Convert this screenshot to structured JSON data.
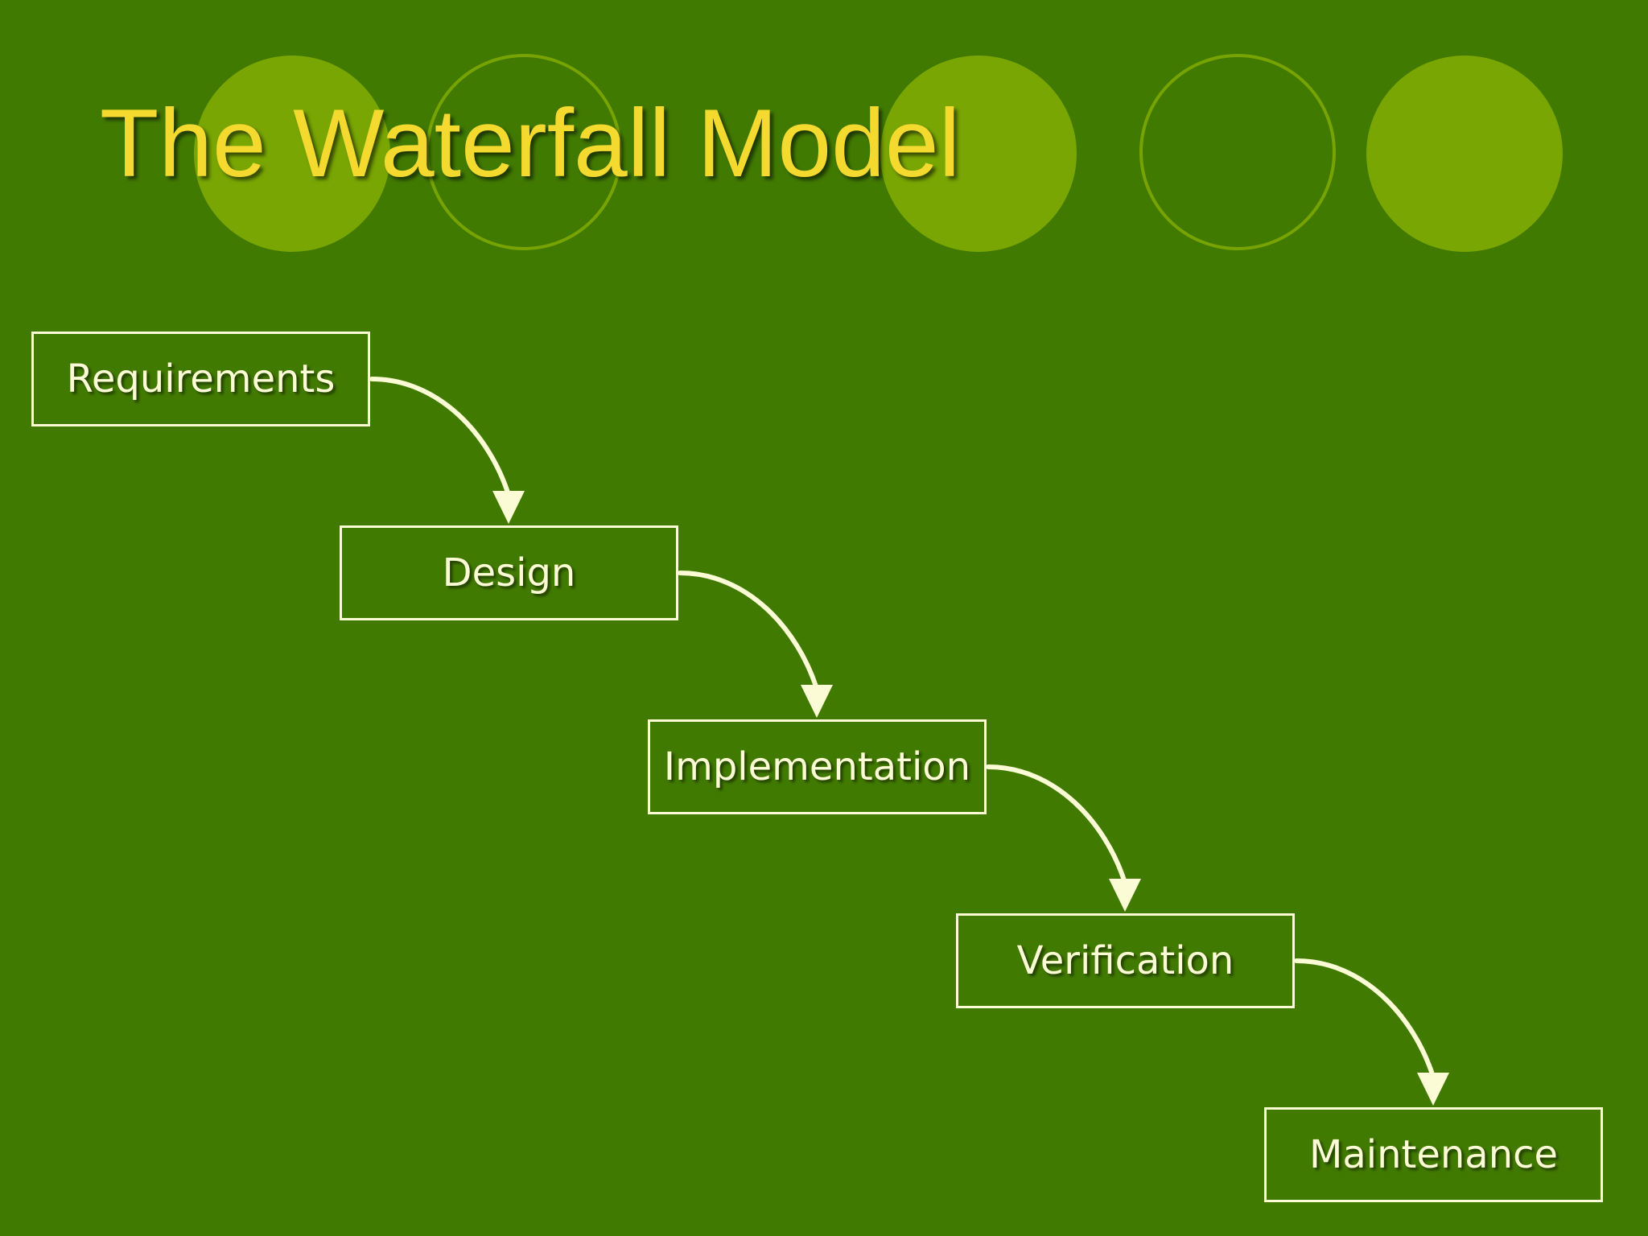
{
  "slide": {
    "title": "The Waterfall Model"
  },
  "diagram": {
    "stages": [
      {
        "label": "Requirements"
      },
      {
        "label": "Design"
      },
      {
        "label": "Implementation"
      },
      {
        "label": "Verification"
      },
      {
        "label": "Maintenance"
      }
    ],
    "flow": "each stage flows into the next"
  },
  "colors": {
    "background": "#417a00",
    "title": "#f4d92e",
    "decor_circle": "#79a603",
    "box_and_arrow": "#fbfbd6"
  }
}
